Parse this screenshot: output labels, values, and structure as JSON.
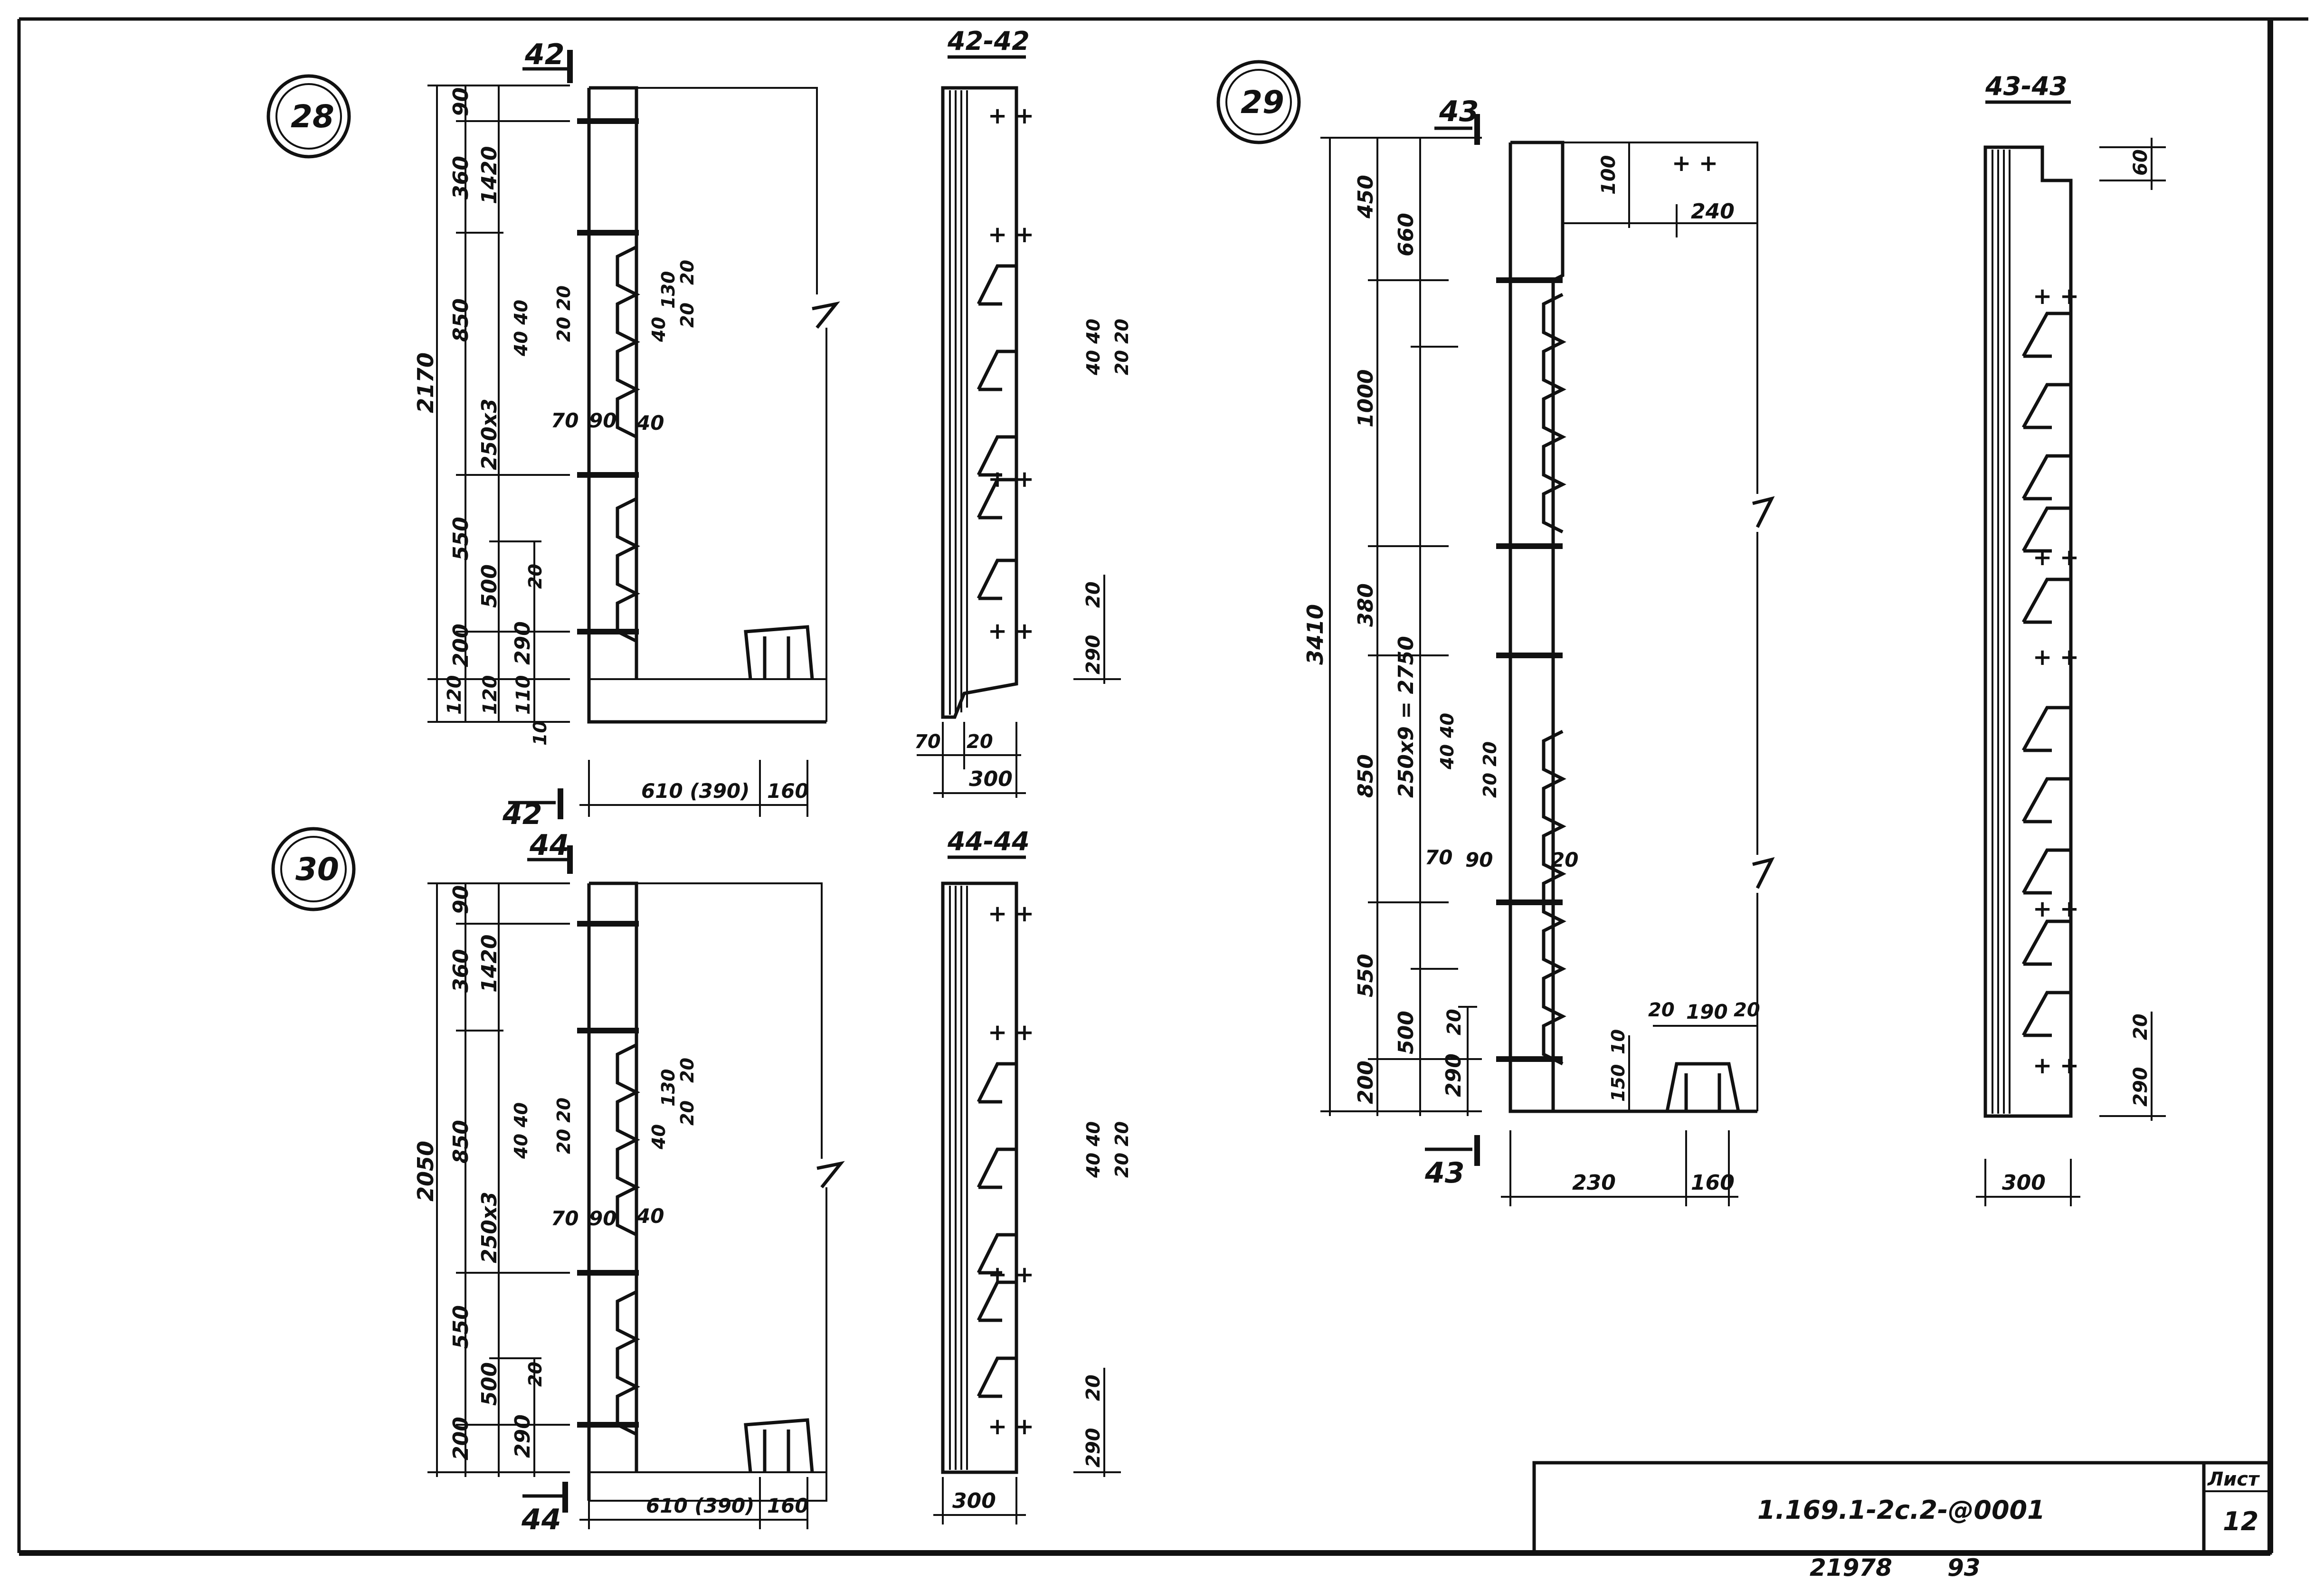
{
  "document": {
    "code": "1.169.1-2с.2-@0001",
    "sheet_label": "Лист",
    "sheet_number": "12",
    "archive_number": "21978",
    "archive_year": "93"
  },
  "details": [
    {
      "marker": "28",
      "section_tag": "42",
      "section_title": "42-42",
      "dims": [
        "90",
        "360",
        "1420",
        "850",
        "2170",
        "250x3",
        "550",
        "500",
        "200",
        "290",
        "120",
        "120",
        "110",
        "10",
        "70",
        "90",
        "40",
        "40 40",
        "20 20",
        "40",
        "130",
        "20",
        "20",
        "20",
        "610 (390)",
        "160",
        "70",
        "20",
        "300",
        "40 40",
        "20 20",
        "290",
        "20"
      ]
    },
    {
      "marker": "30",
      "section_tag": "44",
      "section_title": "44-44",
      "dims": [
        "90",
        "360",
        "1420",
        "850",
        "2050",
        "250x3",
        "550",
        "500",
        "200",
        "290",
        "20",
        "70",
        "90",
        "40",
        "40 40",
        "20 20",
        "40",
        "130",
        "20",
        "20",
        "610 (390)",
        "160",
        "300",
        "40 40",
        "20 20",
        "290",
        "20"
      ]
    },
    {
      "marker": "29",
      "section_tag": "43",
      "section_title": "43-43",
      "dims": [
        "450",
        "660",
        "1000",
        "3410",
        "380",
        "250x9 = 2750",
        "850",
        "550",
        "500",
        "200",
        "290",
        "20",
        "40 40",
        "20 20",
        "70",
        "90",
        "20",
        "100",
        "240",
        "20",
        "190",
        "20",
        "10",
        "150",
        "230",
        "160",
        "60",
        "20",
        "290",
        "300"
      ]
    }
  ]
}
